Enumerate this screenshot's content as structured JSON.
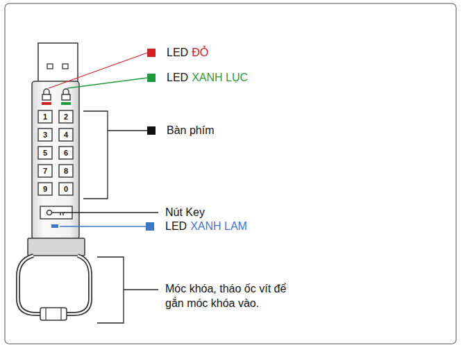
{
  "diagram": {
    "labels": [
      "LED",
      "ĐỎ",
      "LED",
      "XANH LỤC",
      "Bàn phím",
      "1",
      "2",
      "3",
      "4",
      "5",
      "6",
      "7",
      "8",
      "9",
      "0",
      "Nút Key",
      "LED",
      "XANH LAM",
      "Móc khóa, tháo ốc vít để gắn móc khóa vào."
    ]
  }
}
